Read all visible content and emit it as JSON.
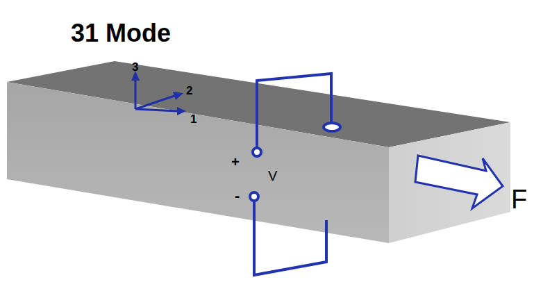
{
  "diagram": {
    "title": "31 Mode",
    "labels": [
      "3",
      "2",
      "1",
      "+",
      "V",
      "-",
      "F"
    ]
  }
}
